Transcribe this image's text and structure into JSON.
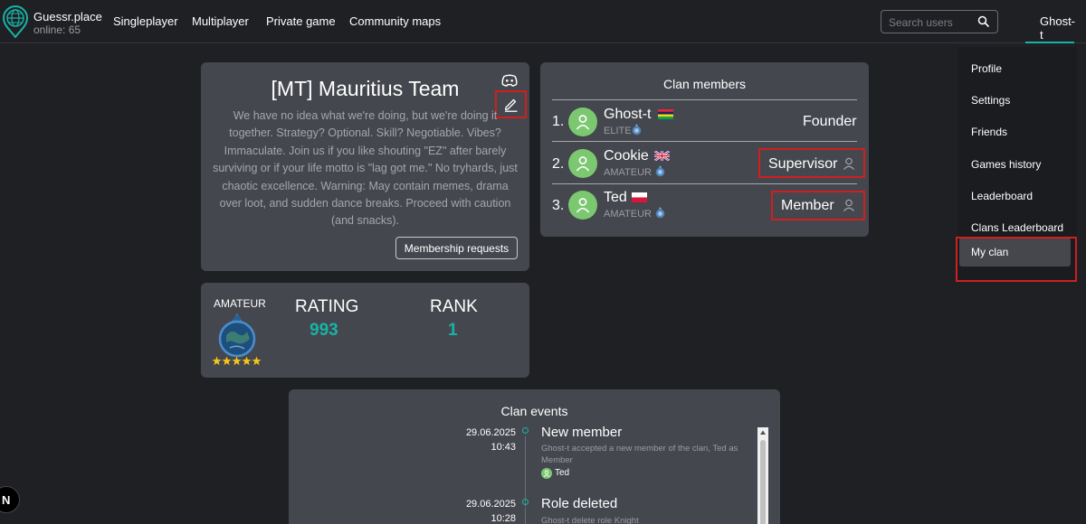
{
  "brand": {
    "name": "Guessr.place",
    "online": "online: 65"
  },
  "nav": [
    "Singleplayer",
    "Multiplayer",
    "Private game",
    "Community maps"
  ],
  "search": {
    "placeholder": "Search users"
  },
  "user": {
    "name": "Ghost-t"
  },
  "menu": [
    "Profile",
    "Settings",
    "Friends",
    "Games history",
    "Leaderboard",
    "Clans Leaderboard",
    "My clan"
  ],
  "clan": {
    "title": "[MT] Mauritius Team",
    "description": "We have no idea what we're doing, but we're doing it together. Strategy? Optional. Skill? Negotiable. Vibes? Immaculate. Join us if you like shouting \"EZ\" after barely surviving or if your life motto is \"lag got me.\" No tryhards, just chaotic excellence. Warning: May contain memes, drama over loot, and sudden dance breaks. Proceed with caution (and snacks).",
    "membership_button": "Membership requests"
  },
  "members": {
    "title": "Clan members",
    "list": [
      {
        "num": "1.",
        "name": "Ghost-t",
        "rank": "ELITE",
        "role": "Founder"
      },
      {
        "num": "2.",
        "name": "Cookie",
        "rank": "AMATEUR",
        "role": "Supervisor"
      },
      {
        "num": "3.",
        "name": "Ted",
        "rank": "AMATEUR",
        "role": "Member"
      }
    ]
  },
  "stats": {
    "league": "AMATEUR",
    "rating_label": "RATING",
    "rating_value": "993",
    "rank_label": "RANK",
    "rank_value": "1"
  },
  "events": {
    "title": "Clan events",
    "list": [
      {
        "date": "29.06.2025",
        "time": "10:43",
        "title": "New member",
        "text": "Ghost-t accepted a new member of the clan, Ted as Member",
        "user": "Ted"
      },
      {
        "date": "29.06.2025",
        "time": "10:28",
        "title": "Role deleted",
        "text": "Ghost-t delete role Knight"
      }
    ]
  },
  "colors": {
    "accent": "#17b3a6",
    "highlight": "#d11e1e",
    "card": "#45474e",
    "background": "#1f2024"
  }
}
